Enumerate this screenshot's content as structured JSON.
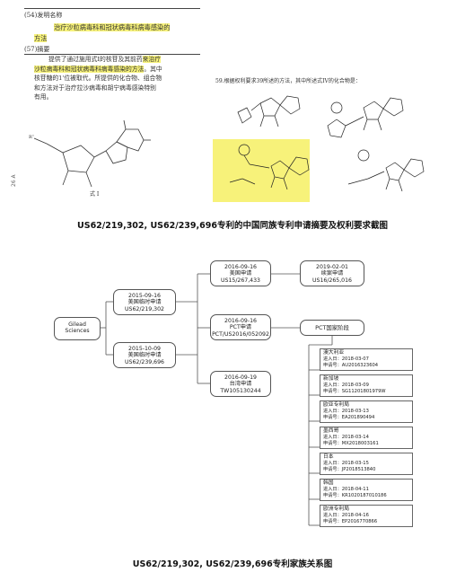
{
  "patent": {
    "s54_label": "(54)发明名称",
    "title_line1": "治疗沙粒病毒科和冠状病毒科病毒感染的",
    "title_line2": "方法",
    "s57_label": "(57)摘要",
    "abstract_lines": [
      {
        "pre": "提供了通过施用式I的核苷及其前药",
        "hl": "来治疗"
      },
      {
        "pre": "",
        "hl": "沙粒病毒科和冠状病毒科病毒感染的方法",
        "post": "。其中"
      },
      {
        "pre": "核苷糖的1'位被取代。所提供的化合物、组合物"
      },
      {
        "pre": "和方法对于治疗拉沙病毒和胡宁病毒感染特别"
      },
      {
        "pre": "有用。"
      }
    ],
    "formula_label": "式 I",
    "page_side_number": "26 A",
    "claim_text": "59.根据权利要求39所述的方法，其中所述式IV的化合物是：",
    "caption": "US62/219,302, US62/239,696专利的中国同族专利申请摘要及权利要求截图"
  },
  "family": {
    "root": [
      "Gilead",
      "Sciences"
    ],
    "prov1": [
      "2015-09-16",
      "美国临时申请",
      "US62/219,302"
    ],
    "prov2": [
      "2015-10-09",
      "美国临时申请",
      "US62/239,696"
    ],
    "us": [
      "2016-09-16",
      "美国申请",
      "US15/267,433"
    ],
    "cont": [
      "2019-02-01",
      "续案申请",
      "US16/265,016"
    ],
    "pct": [
      "2016-09-16",
      "PCT申请",
      "PCT/US2016/052092"
    ],
    "tw": [
      "2016-09-19",
      "台湾申请",
      "TW105130244"
    ],
    "pct_stage": "PCT国家阶段",
    "countries": [
      {
        "name": "澳大利亚",
        "date": "进入日：2018-03-07",
        "no": "申请号：AU2016323604"
      },
      {
        "name": "新加坡",
        "date": "进入日：2018-03-09",
        "no": "申请号：SG11201801979W"
      },
      {
        "name": "欧亚专利局",
        "date": "进入日：2018-03-13",
        "no": "申请号：EA201890494"
      },
      {
        "name": "墨西哥",
        "date": "进入日：2018-03-14",
        "no": "申请号：MX2018003161"
      },
      {
        "name": "日本",
        "date": "进入日：2018-03-15",
        "no": "申请号：JP2018513840"
      },
      {
        "name": "韩国",
        "date": "进入日：2018-04-11",
        "no": "申请号：KR1020187010186"
      },
      {
        "name": "欧洲专利局",
        "date": "进入日：2018-04-16",
        "no": "申请号：EP2016770866"
      }
    ],
    "caption": "US62/219,302, US62/239,696专利家族关系图"
  },
  "colors": {
    "highlight": "#f7f27a",
    "line": "#555555"
  }
}
